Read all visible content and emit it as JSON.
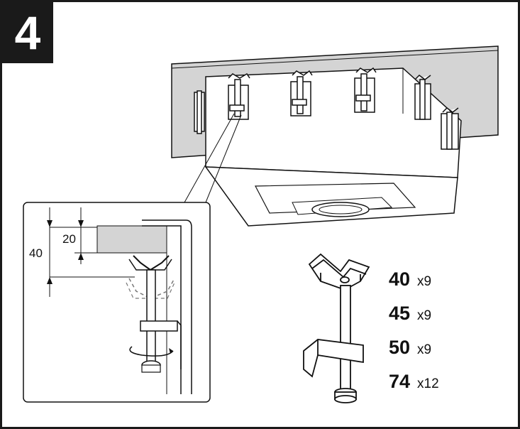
{
  "step": {
    "number": "4"
  },
  "detail": {
    "dim_outer": "40",
    "dim_inner": "20"
  },
  "clamp_sizes": [
    {
      "size": "40",
      "count": "x9"
    },
    {
      "size": "45",
      "count": "x9"
    },
    {
      "size": "50",
      "count": "x9"
    },
    {
      "size": "74",
      "count": "x12"
    }
  ],
  "colors": {
    "frame": "#1a1a1a",
    "panel": "#d4d4d4",
    "line": "#111111"
  }
}
